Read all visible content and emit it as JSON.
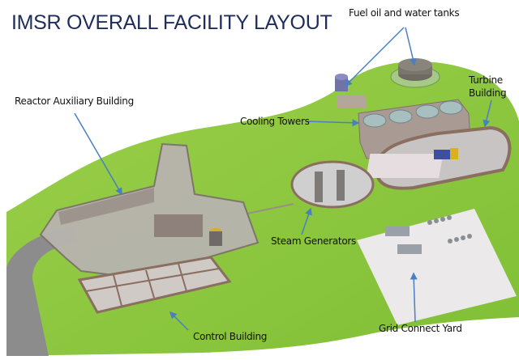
{
  "title": "IMSR OVERALL FACILITY LAYOUT",
  "labels": {
    "fuel_tanks": "Fuel oil and water tanks",
    "turbine_line1": "Turbine",
    "turbine_line2": "Building",
    "cooling_towers": "Cooling Towers",
    "reactor_aux": "Reactor Auxiliary Building",
    "steam_generators": "Steam Generators",
    "control_building": "Control Building",
    "grid_yard": "Grid Connect Yard"
  },
  "colors": {
    "grass": "#8cc63f",
    "arrow": "#4a7fc1",
    "title": "#1f2d5c",
    "wall": "#8a7a72",
    "floor": "#d8d8d8"
  }
}
